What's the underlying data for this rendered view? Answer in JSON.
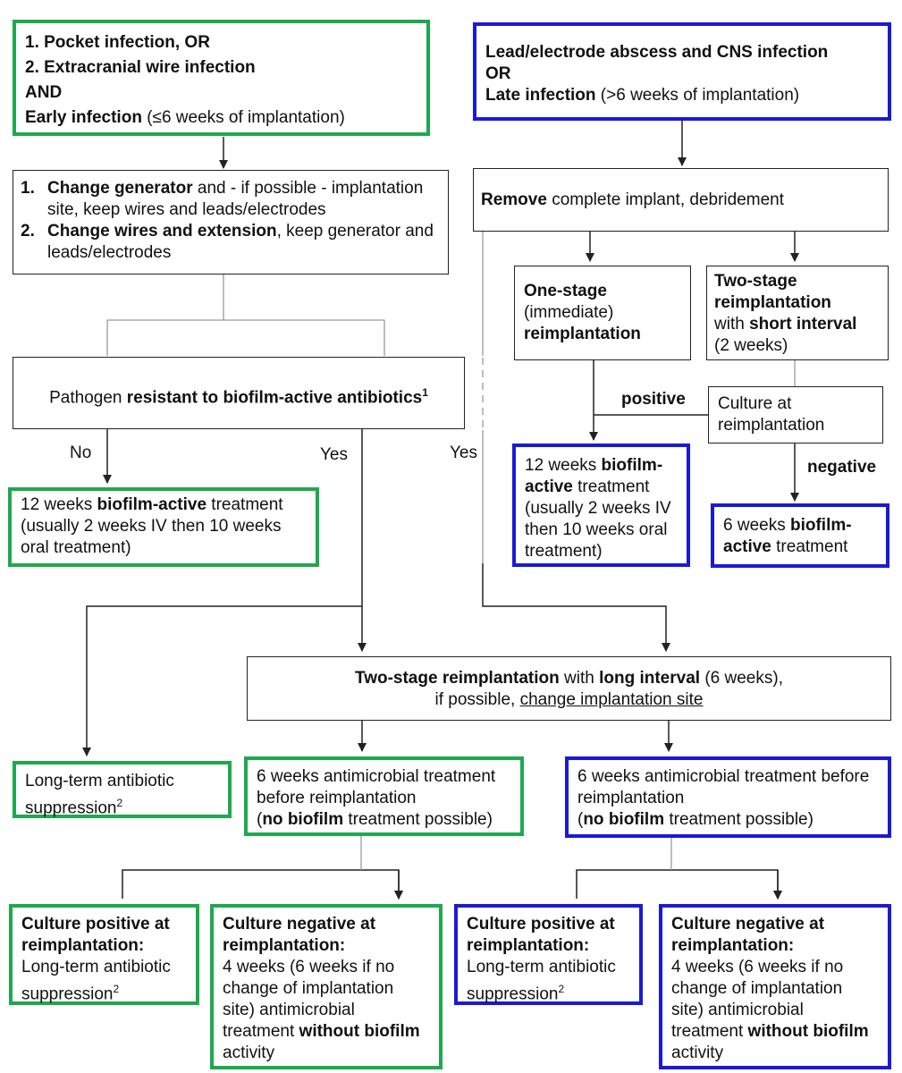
{
  "colors": {
    "green": "#1fa84f",
    "blue": "#1a1ad6",
    "line": "#222222",
    "gray": "#9a9a9a"
  },
  "box_early": {
    "line1": "1. Pocket infection, OR",
    "line2": "2. Extracranial wire infection",
    "line3": "AND",
    "line4_bold": "Early infection",
    "line4_rest": " (≤6 weeks of implantation)"
  },
  "box_late": {
    "line1": "Lead/electrode abscess and CNS infection",
    "line2": "OR",
    "line3_bold": "Late infection",
    "line3_rest": " (>6 weeks of implantation)"
  },
  "box_change": {
    "item1_num": "1.",
    "item1_bold": "Change generator",
    "item1_rest": " and - if possible - implantation site, keep wires and leads/electrodes",
    "item2_num": "2.",
    "item2_bold": "Change wires and extension",
    "item2_rest": ", keep generator and leads/electrodes"
  },
  "box_remove": {
    "bold": "Remove",
    "rest": " complete implant, debridement"
  },
  "box_one_stage": {
    "bold1": "One-stage",
    "mid": "(immediate)",
    "bold2": "reimplantation"
  },
  "box_two_stage_short": {
    "bold1": "Two-stage reimplantation",
    "pre": "with ",
    "bold2": "short interval",
    "post": "(2 weeks)"
  },
  "box_pathogen": {
    "pre": "Pathogen ",
    "bold": "resistant to biofilm-active antibiotics",
    "sup": "1"
  },
  "box_culture_reimp": {
    "text": "Culture at reimplantation"
  },
  "labels": {
    "no": "No",
    "yes1": "Yes",
    "yes2": "Yes",
    "positive": "positive",
    "negative": "negative"
  },
  "box_12w_green": {
    "pre": "12 weeks ",
    "bold": "biofilm-active",
    "post": " treatment (usually 2 weeks IV then 10 weeks oral treatment)"
  },
  "box_12w_blue": {
    "pre": "12 weeks ",
    "bold": "biofilm-active",
    "post": " treatment (usually 2 weeks IV then 10 weeks oral treatment)"
  },
  "box_6w_blue": {
    "pre": "6 weeks ",
    "bold": "biofilm-active",
    "post": " treatment"
  },
  "box_two_stage_long": {
    "bold1": "Two-stage reimplantation",
    "mid": " with ",
    "bold2": "long interval",
    "post": " (6 weeks),",
    "line2_pre": "if possible, ",
    "line2_u": "change implantation site"
  },
  "box_suppression": {
    "text": "Long-term antibiotic suppression",
    "sup": "2"
  },
  "box_6w_anti_green": {
    "line1": "6 weeks antimicrobial treatment before reimplantation",
    "open": "(",
    "bold": "no biofilm",
    "close": " treatment possible)"
  },
  "box_6w_anti_blue": {
    "line1": "6 weeks antimicrobial treatment before reimplantation",
    "open": "(",
    "bold": "no biofilm",
    "close": " treatment possible)"
  },
  "box_pos_green": {
    "bold": "Culture positive at reimplantation:",
    "text": "Long-term antibiotic suppression",
    "sup": "2"
  },
  "box_neg_green": {
    "bold": "Culture negative at reimplantation:",
    "text": "4 weeks (6 weeks if no change of implantation site) antimicrobial treatment ",
    "bold2": "without biofilm",
    "post": " activity"
  },
  "box_pos_blue": {
    "bold": "Culture positive at reimplantation:",
    "text": "Long-term antibiotic suppression",
    "sup": "2"
  },
  "box_neg_blue": {
    "bold": "Culture negative at reimplantation:",
    "text": "4 weeks (6 weeks if no change of implantation site) antimicrobial treatment ",
    "bold2": "without biofilm",
    "post": " activity"
  }
}
